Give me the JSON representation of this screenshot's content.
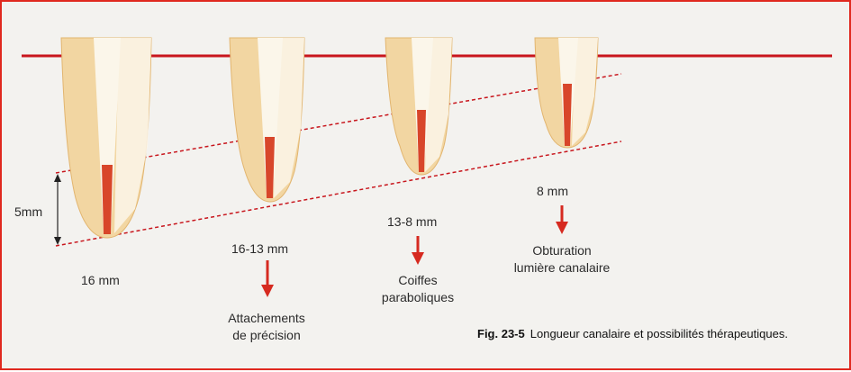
{
  "colors": {
    "border": "#e0291f",
    "baseline": "#c8161d",
    "guide": "#c8161d",
    "root_fill": "#f2d6a2",
    "root_edge": "#e2b56f",
    "canal": "#fbf6ea",
    "filling": "#d8462a",
    "arrow": "#d62a20",
    "text": "#2b2b2b"
  },
  "annotation": {
    "label": "5mm",
    "icon": "double-arrow-icon"
  },
  "teeth": [
    {
      "length": "16 mm",
      "filling_mm": 5,
      "therapy_lines": []
    },
    {
      "length": "16-13 mm",
      "filling_mm": 5,
      "therapy_lines": [
        "Attachements",
        "de précision"
      ]
    },
    {
      "length": "13-8 mm",
      "filling_mm": 5,
      "therapy_lines": [
        "Coiffes",
        "paraboliques"
      ]
    },
    {
      "length": "8 mm",
      "filling_mm": 5,
      "therapy_lines": [
        "Obturation",
        "lumière canalaire"
      ]
    }
  ],
  "caption": {
    "number": "Fig. 23-5",
    "text": "Longueur canalaire et possibilités thérapeutiques."
  }
}
